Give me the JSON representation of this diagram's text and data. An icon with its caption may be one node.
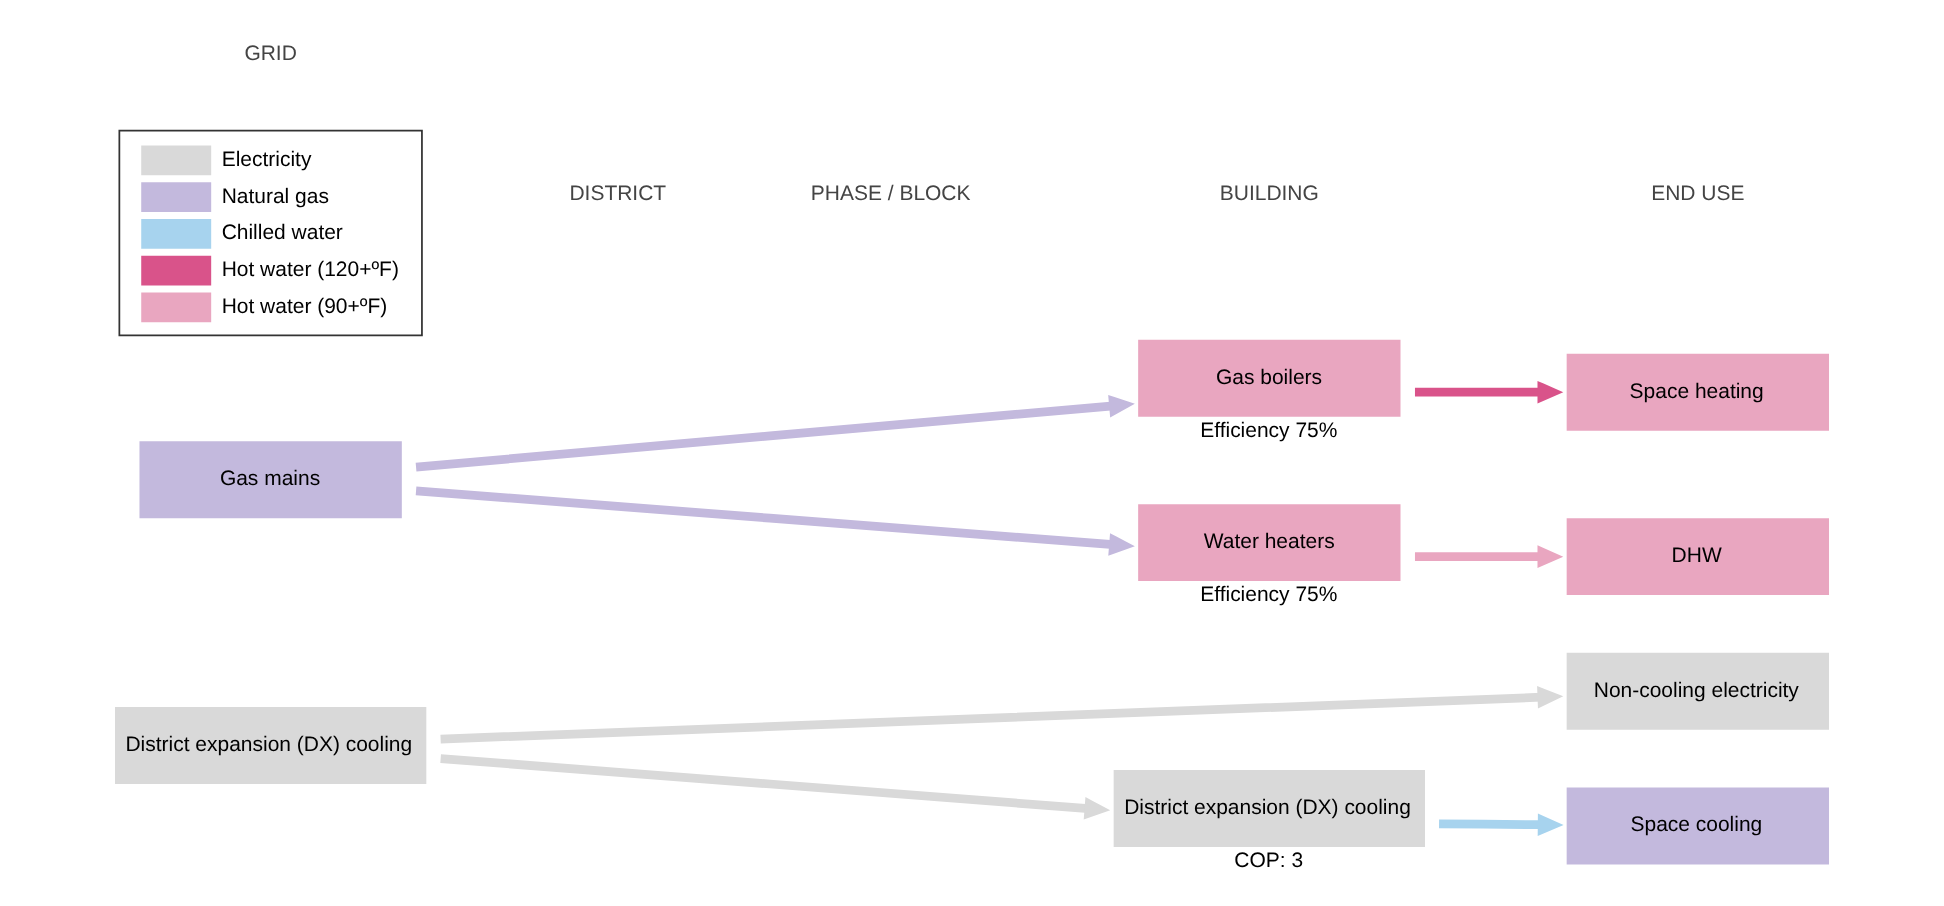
{
  "diagram": {
    "nodes": [
      {
        "text": [
          "District expansion (DX) cooling"
        ]
      },
      {
        "text": [
          "Non-cooling electricity"
        ]
      },
      {
        "text": [
          "District expansion (DX) cooling"
        ],
        "beside": [
          "COP: 3"
        ]
      },
      {
        "text": [
          "Gas mains"
        ]
      },
      {
        "text": [
          "Space cooling"
        ]
      },
      {
        "text": [
          "Gas boilers"
        ],
        "beside": [
          "Efficiency 75%"
        ]
      },
      {
        "text": [
          "Space heating"
        ]
      },
      {
        "text": [
          "Water heaters"
        ],
        "beside": [
          "Efficiency 75%"
        ]
      },
      {
        "text": [
          "DHW"
        ]
      }
    ],
    "edges": [
      {
        "from": 0,
        "to": 1,
        "arrow": "to",
        "color": "#d9d9d9"
      },
      {
        "from": 0,
        "to": 2,
        "arrow": "to",
        "color": "#d9d9d9"
      },
      {
        "from": 2,
        "to": 4,
        "arrow": "to",
        "color": "#a7d3ee"
      },
      {
        "from": 3,
        "to": 5,
        "arrow": "to",
        "color": "#c3b9dd"
      },
      {
        "from": 3,
        "to": 7,
        "arrow": "to",
        "color": "#c3b9dd"
      },
      {
        "from": 5,
        "to": 6,
        "arrow": "to",
        "color": "#d9538a"
      },
      {
        "from": 7,
        "to": 8,
        "arrow": "to",
        "color": "#e9a6c0"
      }
    ],
    "labels": [
      "GRID",
      "DISTRICT",
      "PHASE / BLOCK",
      "BUILDING",
      "END USE"
    ],
    "legend": [
      {
        "text": "Electricity",
        "color": "#d9d9d9"
      },
      {
        "text": "Natural gas",
        "color": "#c3b9dd"
      },
      {
        "text": "Chilled water",
        "color": "#a7d3ee"
      },
      {
        "text": "Hot water (120+ºF)",
        "color": "#d9538a"
      },
      {
        "text": "Hot water (90+ºF)",
        "color": "#e9a6c0"
      }
    ]
  }
}
